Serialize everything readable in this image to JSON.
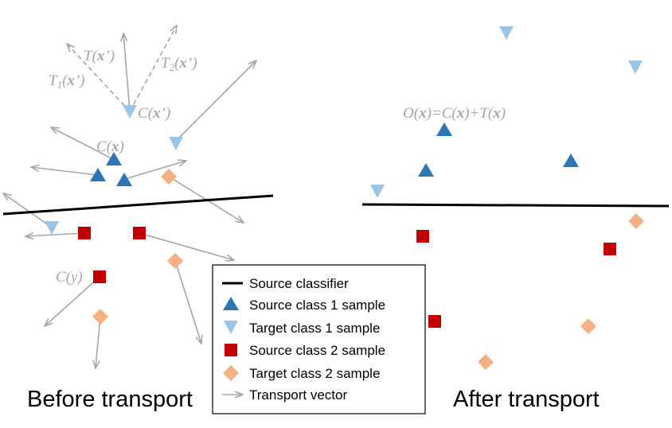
{
  "colors": {
    "source_class_1": "#2e75b6",
    "target_class_1": "#9dc3e6",
    "source_class_2": "#c00000",
    "target_class_2": "#f4b183",
    "transport_vector": "#a6a6a6",
    "classifier": "#000000"
  },
  "annotations": {
    "tx_T": "T",
    "tx_x": "x",
    "tx_tail": "’)",
    "t1_T": "T",
    "t1_sub": "1",
    "t1_x": "x",
    "t1_tail": "’)",
    "t2_T": "T",
    "t2_sub": "2",
    "t2_x": "x",
    "t2_tail": "’)",
    "cxp_C": "C",
    "cxp_x": "x",
    "cxp_tail": "’)",
    "cx_C": "C",
    "cx_x": "x",
    "cx_tail": ")",
    "cy": "C(y)",
    "o_O": "O",
    "o_x1": "x",
    "o_mid1": ")=C(",
    "o_x2": "x",
    "o_mid2": ")+T(",
    "o_x3": "x",
    "o_tail": ")"
  },
  "captions": {
    "before": "Before transport",
    "after": "After transport"
  },
  "legend": {
    "items": [
      {
        "label": "Source classifier",
        "marker": "line"
      },
      {
        "label": "Source class 1 sample",
        "marker": "triangle-up"
      },
      {
        "label": "Target class 1 sample",
        "marker": "triangle-down"
      },
      {
        "label": "Source class 2 sample",
        "marker": "square"
      },
      {
        "label": "Target class 2 sample",
        "marker": "diamond"
      },
      {
        "label": "Transport vector",
        "marker": "arrow"
      }
    ]
  }
}
